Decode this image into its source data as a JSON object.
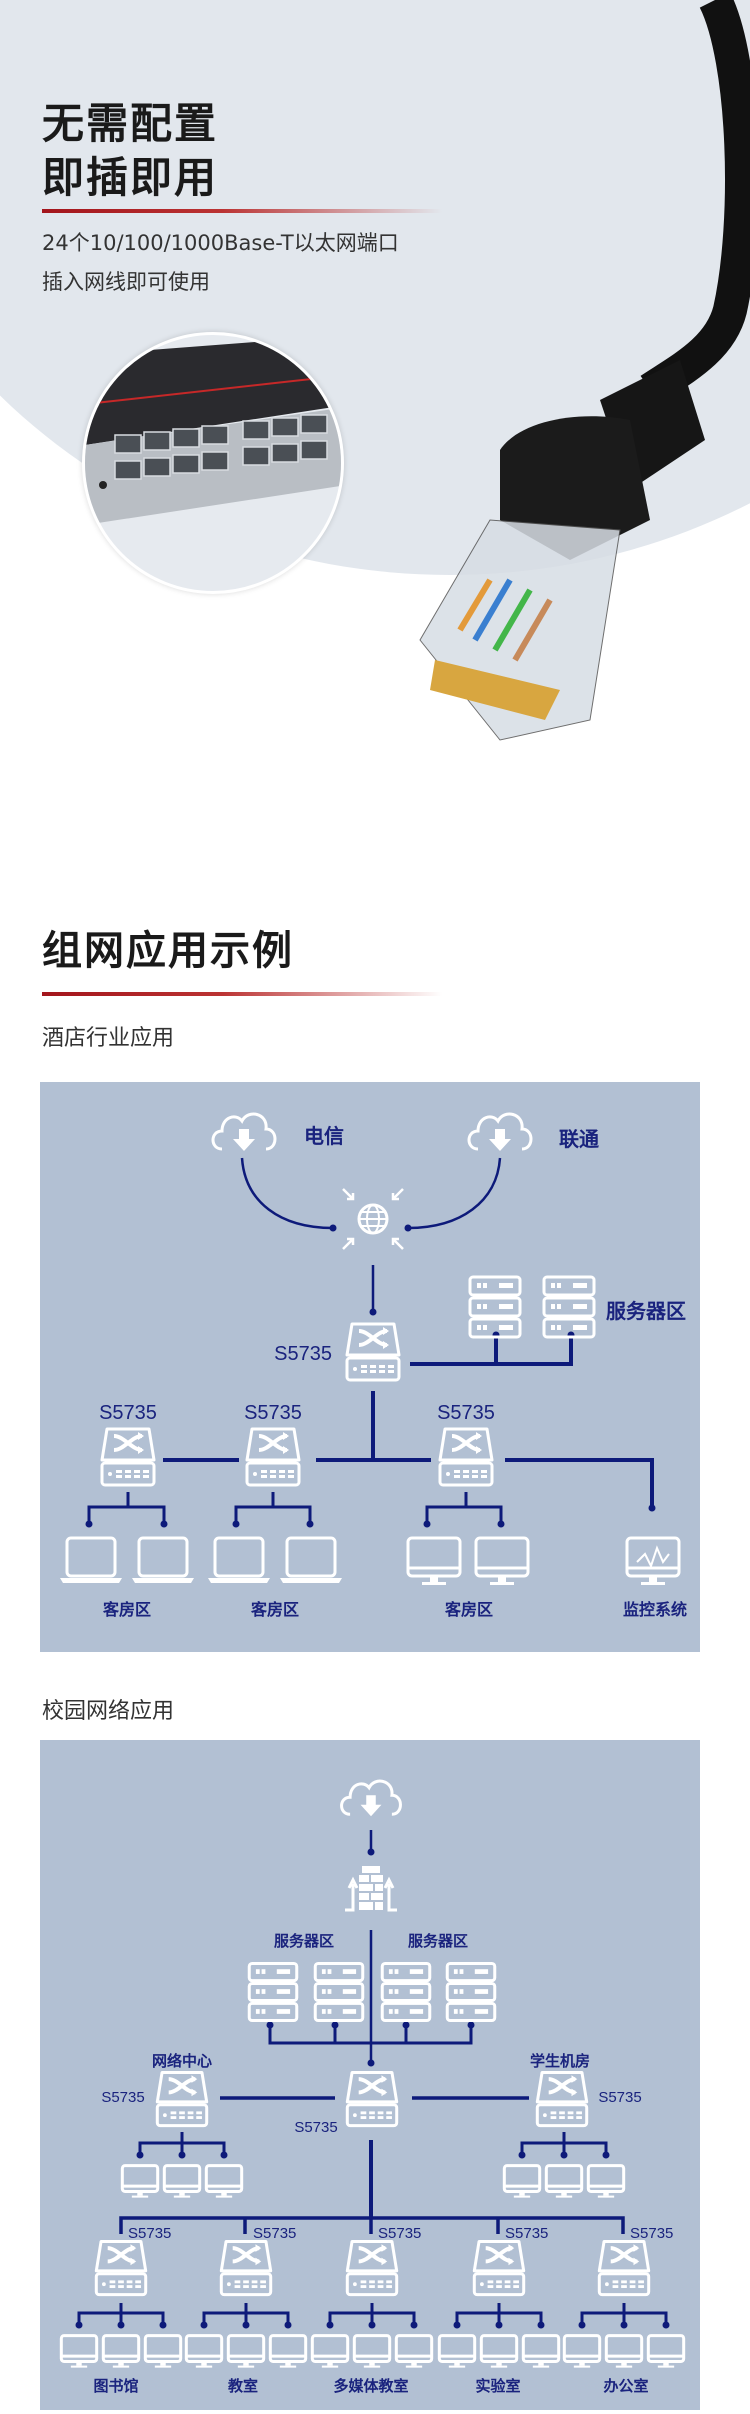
{
  "hero": {
    "title_line1": "无需配置",
    "title_line2": "即插即用",
    "subtitle_line1": "24个10/100/1000Base-T以太网端口",
    "subtitle_line2": "插入网线即可使用"
  },
  "section": {
    "title": "组网应用示例"
  },
  "hotel": {
    "heading": "酒店行业应用",
    "isp1": "电信",
    "isp2": "联通",
    "server_zone": "服务器区",
    "core_switch": "S5735",
    "access_switches": [
      "S5735",
      "S5735",
      "S5735"
    ],
    "zones": [
      "客房区",
      "客房区",
      "客房区",
      "监控系统"
    ]
  },
  "campus": {
    "heading": "校园网络应用",
    "server_zones": [
      "服务器区",
      "服务器区"
    ],
    "core_switch": "S5735",
    "left_group": "网络中心",
    "left_switch": "S5735",
    "right_group": "学生机房",
    "right_switch": "S5735",
    "access_switches": [
      "S5735",
      "S5735",
      "S5735",
      "S5735",
      "S5735"
    ],
    "zones": [
      "图书馆",
      "教室",
      "多媒体教室",
      "实验室",
      "办公室"
    ]
  },
  "colors": {
    "accent_red": "#a3151c",
    "diagram_bg": "#b2c0d3",
    "line_navy": "#0d1a7a"
  }
}
